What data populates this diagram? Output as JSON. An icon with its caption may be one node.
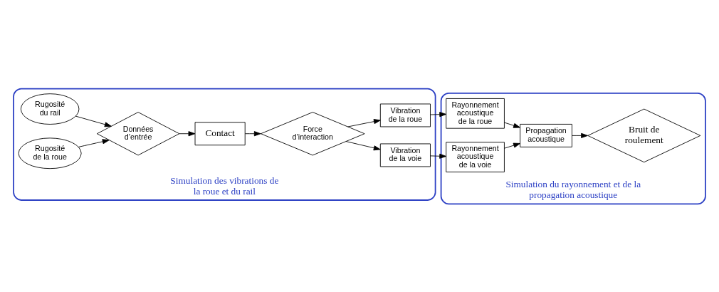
{
  "diagram": {
    "nodes": [
      {
        "text": [
          "Simulation des vibrations de la roue et du rail"
        ]
      },
      {
        "text": [
          "Rugosité du rail"
        ],
        "in": 0
      },
      {
        "text": [
          "Rugosité de la roue"
        ],
        "in": 0
      },
      {
        "text": [
          "Données d’entrée"
        ],
        "in": 0
      },
      {
        "text": [
          "Contact"
        ],
        "in": 0
      },
      {
        "text": [
          "Force d’interaction"
        ],
        "in": 0
      },
      {
        "text": [
          "Vibration de la voie"
        ],
        "in": 0
      },
      {
        "text": [
          "Vibration de la roue"
        ],
        "in": 0
      },
      {
        "text": [
          "Simulation du rayonnement et de la propagation acoustique"
        ]
      },
      {
        "text": [
          "Rayonnement acoustique de la voie"
        ],
        "in": 8
      },
      {
        "text": [
          "Rayonnement acoustique de la roue"
        ],
        "in": 8
      },
      {
        "text": [
          "Propagation acoustique"
        ],
        "in": 8
      },
      {
        "text": [
          "Bruit de roulement"
        ],
        "in": 8
      }
    ],
    "edges": [
      {
        "from": 1,
        "to": 3,
        "arrow": "to"
      },
      {
        "from": 2,
        "to": 3,
        "arrow": "to"
      },
      {
        "from": 3,
        "to": 4,
        "arrow": "to"
      },
      {
        "from": 4,
        "to": 5,
        "arrow": "to"
      },
      {
        "from": 5,
        "to": 6,
        "arrow": "to"
      },
      {
        "from": 5,
        "to": 7,
        "arrow": "to"
      },
      {
        "from": 6,
        "to": 9,
        "arrow": "to"
      },
      {
        "from": 7,
        "to": 10,
        "arrow": "to"
      },
      {
        "from": 9,
        "to": 11,
        "arrow": "to"
      },
      {
        "from": 10,
        "to": 11,
        "arrow": "to"
      },
      {
        "from": 11,
        "to": 12,
        "arrow": "to"
      }
    ]
  }
}
